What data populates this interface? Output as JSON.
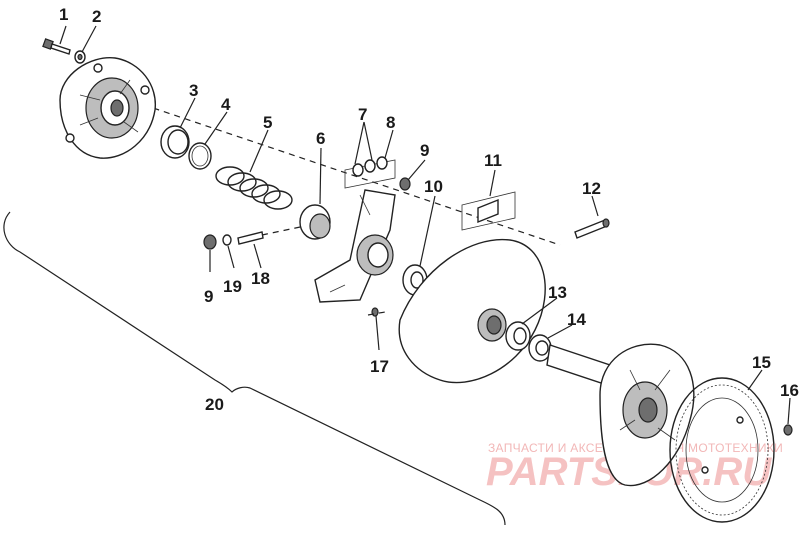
{
  "callouts": [
    "1",
    "2",
    "3",
    "4",
    "5",
    "6",
    "7",
    "8",
    "9",
    "10",
    "11",
    "12",
    "13",
    "14",
    "15",
    "16",
    "17",
    "18",
    "9",
    "19",
    "20"
  ],
  "watermark": {
    "tagline": "ЗАПЧАСТИ И АКСЕССУАРЫ ДЛЯ МОТОТЕХНИКИ",
    "logo": "PARTSFOR.RU"
  },
  "colors": {
    "ink": "#222222",
    "watermark": "#f2b7b7"
  }
}
